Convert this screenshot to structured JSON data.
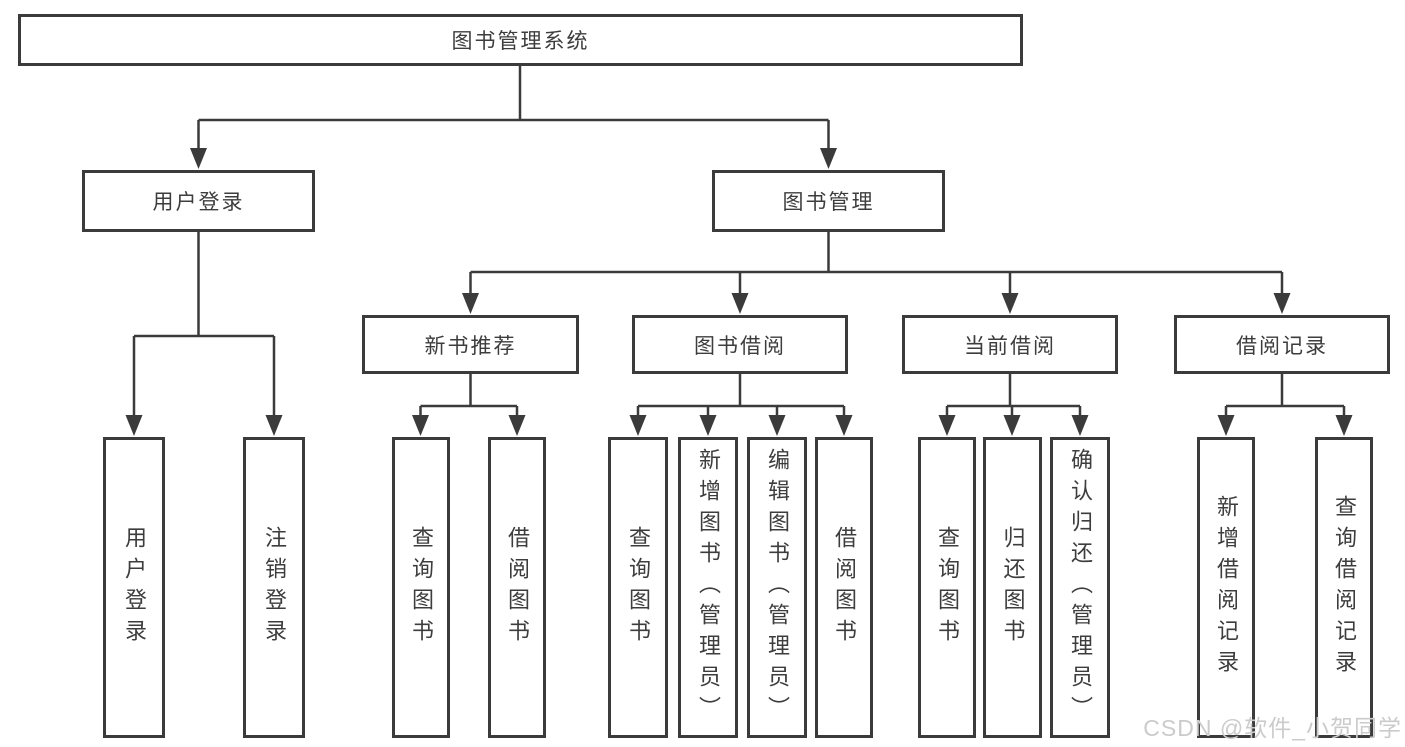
{
  "diagram_title": "图书管理系统",
  "watermark": "CSDN @软件_小贺同学",
  "colors": {
    "line": "#3b3b3b",
    "box_border": "#3b3b3b",
    "text": "#3d3d3d",
    "background": "#ffffff",
    "watermark": "#cbcbcb"
  },
  "tree": {
    "label": "图书管理系统",
    "children": [
      {
        "label": "用户登录",
        "children": [
          {
            "label": "用户登录"
          },
          {
            "label": "注销登录"
          }
        ]
      },
      {
        "label": "图书管理",
        "children": [
          {
            "label": "新书推荐",
            "children": [
              {
                "label": "查询图书"
              },
              {
                "label": "借阅图书"
              }
            ]
          },
          {
            "label": "图书借阅",
            "children": [
              {
                "label": "查询图书"
              },
              {
                "label": "新增图书（管理员）"
              },
              {
                "label": "编辑图书（管理员）"
              },
              {
                "label": "借阅图书"
              }
            ]
          },
          {
            "label": "当前借阅",
            "children": [
              {
                "label": "查询图书"
              },
              {
                "label": "归还图书"
              },
              {
                "label": "确认归还（管理员）"
              }
            ]
          },
          {
            "label": "借阅记录",
            "children": [
              {
                "label": "新增借阅记录"
              },
              {
                "label": "查询借阅记录"
              }
            ]
          }
        ]
      }
    ]
  }
}
